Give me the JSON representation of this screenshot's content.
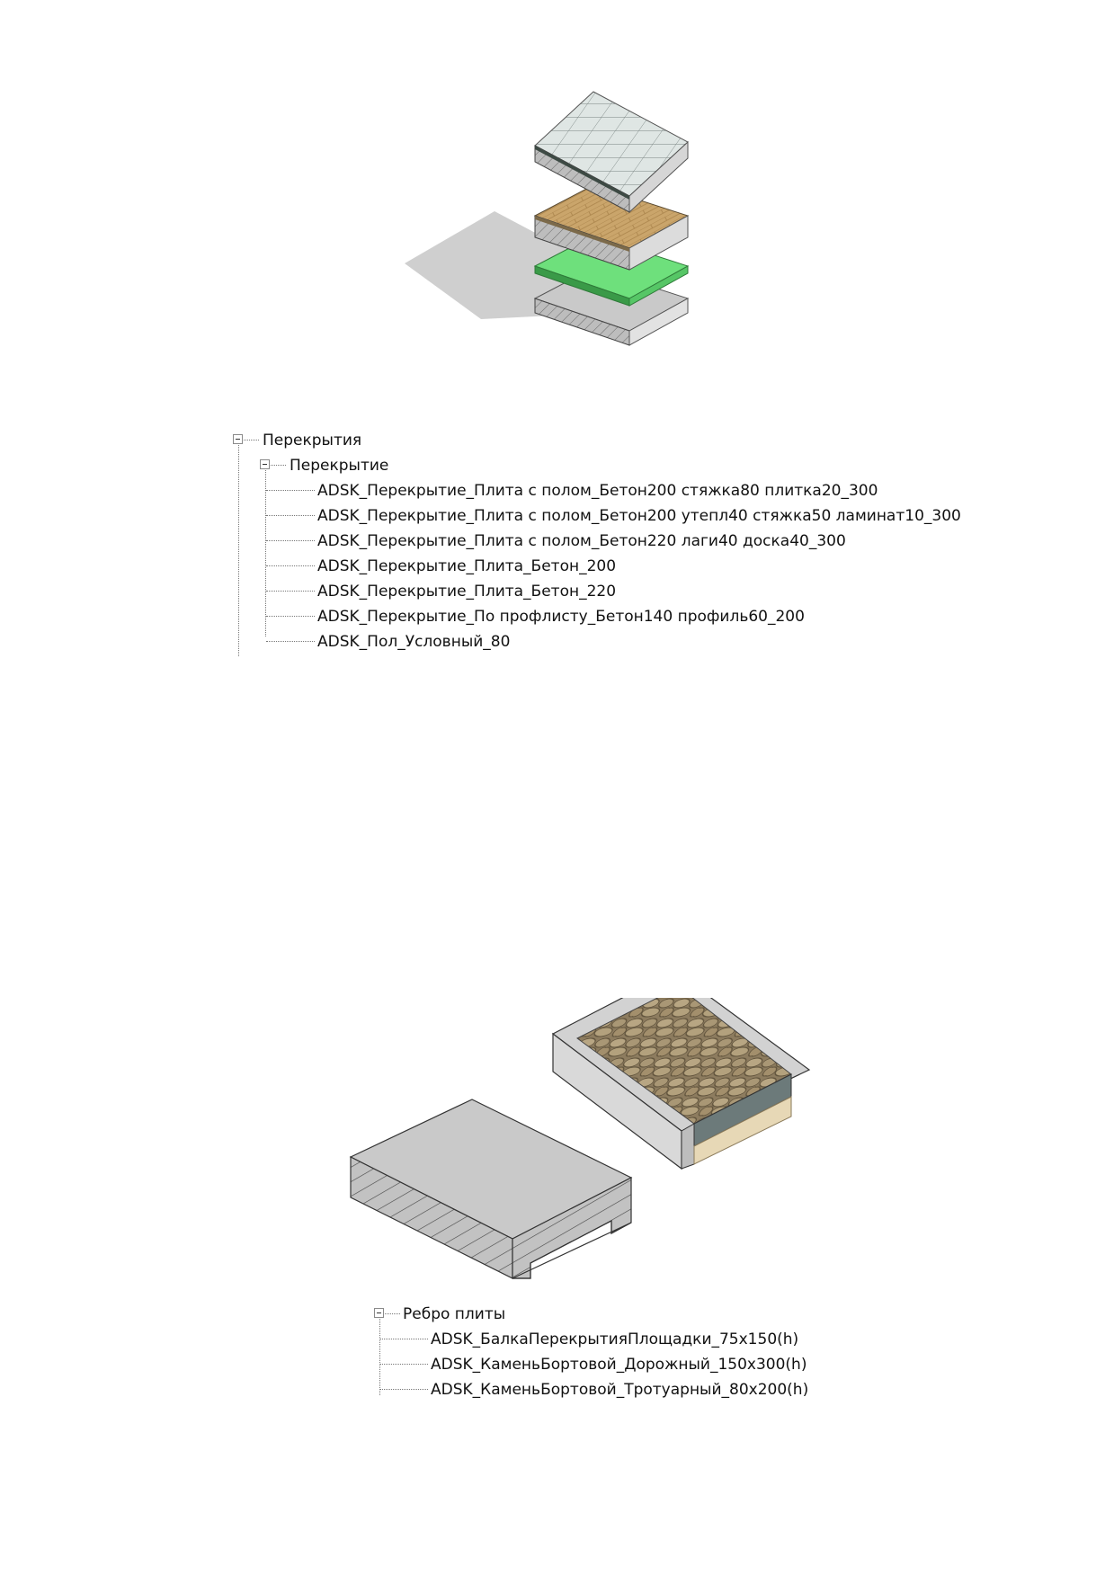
{
  "tree_floors": {
    "root_label": "Перекрытия",
    "group_label": "Перекрытие",
    "items": [
      "ADSK_Перекрытие_Плита с полом_Бетон200 стяжка80 плитка20_300",
      "ADSK_Перекрытие_Плита с полом_Бетон200 утепл40 стяжка50 ламинат10_300",
      "ADSK_Перекрытие_Плита с полом_Бетон220 лаги40 доска40_300",
      "ADSK_Перекрытие_Плита_Бетон_200",
      "ADSK_Перекрытие_Плита_Бетон_220",
      "ADSK_Перекрытие_По профлисту_Бетон140 профиль60_200",
      "ADSK_Пол_Условный_80"
    ]
  },
  "tree_edges": {
    "group_label": "Ребро плиты",
    "items": [
      "ADSK_БалкаПерекрытияПлощадки_75x150(h)",
      "ADSK_КаменьБортовой_Дорожный_150x300(h)",
      "ADSK_КаменьБортовой_Тротуарный_80x200(h)"
    ]
  },
  "colors": {
    "tile": "#dde4e2",
    "wood": "#c9a36a",
    "insulation": "#6fd97f",
    "concrete": "#c8c8c8",
    "stone": "#9c8c70",
    "shadow": "#d0d0d0"
  }
}
